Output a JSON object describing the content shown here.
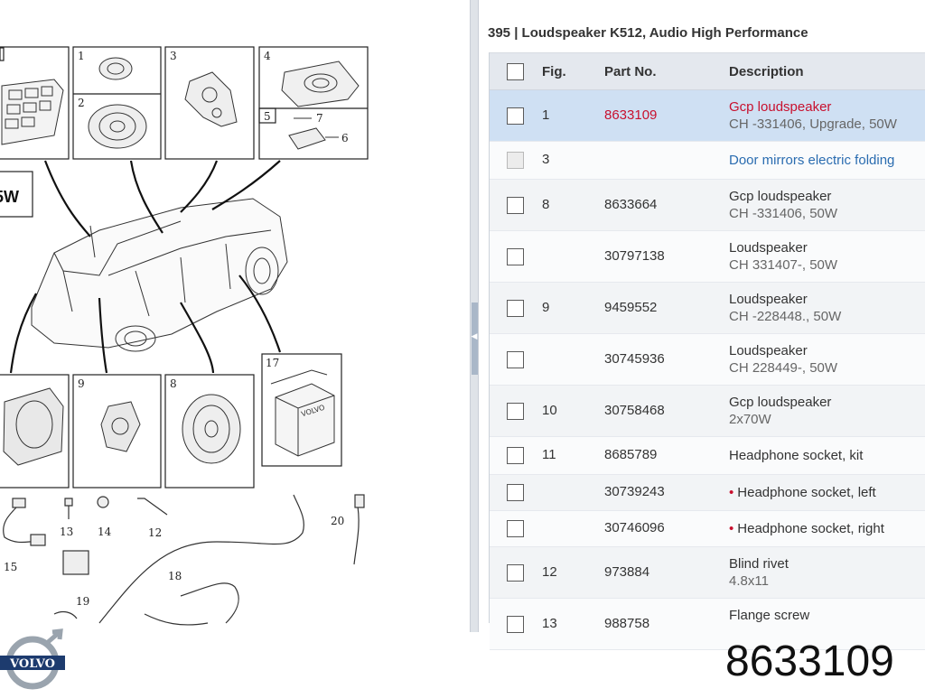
{
  "diagram": {
    "labels": [
      "1",
      "2",
      "3",
      "4",
      "5",
      "6",
      "7",
      "9",
      "8",
      "17",
      "13",
      "14",
      "12",
      "15",
      "18",
      "19",
      "20"
    ],
    "badge": "5W"
  },
  "panel": {
    "title": "395  |  Loudspeaker K512, Audio High Performance",
    "headers": {
      "fig": "Fig.",
      "part": "Part No.",
      "desc": "Description"
    },
    "rows": [
      {
        "fig": "1",
        "part": "8633109",
        "desc": "Gcp loudspeaker",
        "sub": "CH -331406, Upgrade, 50W"
      },
      {
        "fig": "3",
        "part": "",
        "desc": "Door mirrors electric folding",
        "sub": ""
      },
      {
        "fig": "8",
        "part": "8633664",
        "desc": "Gcp loudspeaker",
        "sub": "CH -331406, 50W"
      },
      {
        "fig": "",
        "part": "30797138",
        "desc": "Loudspeaker",
        "sub": "CH 331407-, 50W"
      },
      {
        "fig": "9",
        "part": "9459552",
        "desc": "Loudspeaker",
        "sub": "CH -228448., 50W"
      },
      {
        "fig": "",
        "part": "30745936",
        "desc": "Loudspeaker",
        "sub": "CH 228449-, 50W"
      },
      {
        "fig": "10",
        "part": "30758468",
        "desc": "Gcp loudspeaker",
        "sub": "2x70W"
      },
      {
        "fig": "11",
        "part": "8685789",
        "desc": "Headphone socket, kit",
        "sub": ""
      },
      {
        "fig": "",
        "part": "30739243",
        "desc": "Headphone socket, left",
        "sub": "",
        "bullet": "•"
      },
      {
        "fig": "",
        "part": "30746096",
        "desc": "Headphone socket, right",
        "sub": "",
        "bullet": "•"
      },
      {
        "fig": "12",
        "part": "973884",
        "desc": "Blind rivet",
        "sub": "4.8x11"
      },
      {
        "fig": "13",
        "part": "988758",
        "desc": "Flange screw",
        "sub": ""
      }
    ]
  },
  "footer": {
    "part_number": "8633109"
  },
  "logo": {
    "brand": "VOLVO"
  },
  "colors": {
    "accent_red": "#c8102e",
    "link_blue": "#2a6cb0",
    "selected_row": "#cfe0f3",
    "header_bg": "#e4e8ee"
  }
}
